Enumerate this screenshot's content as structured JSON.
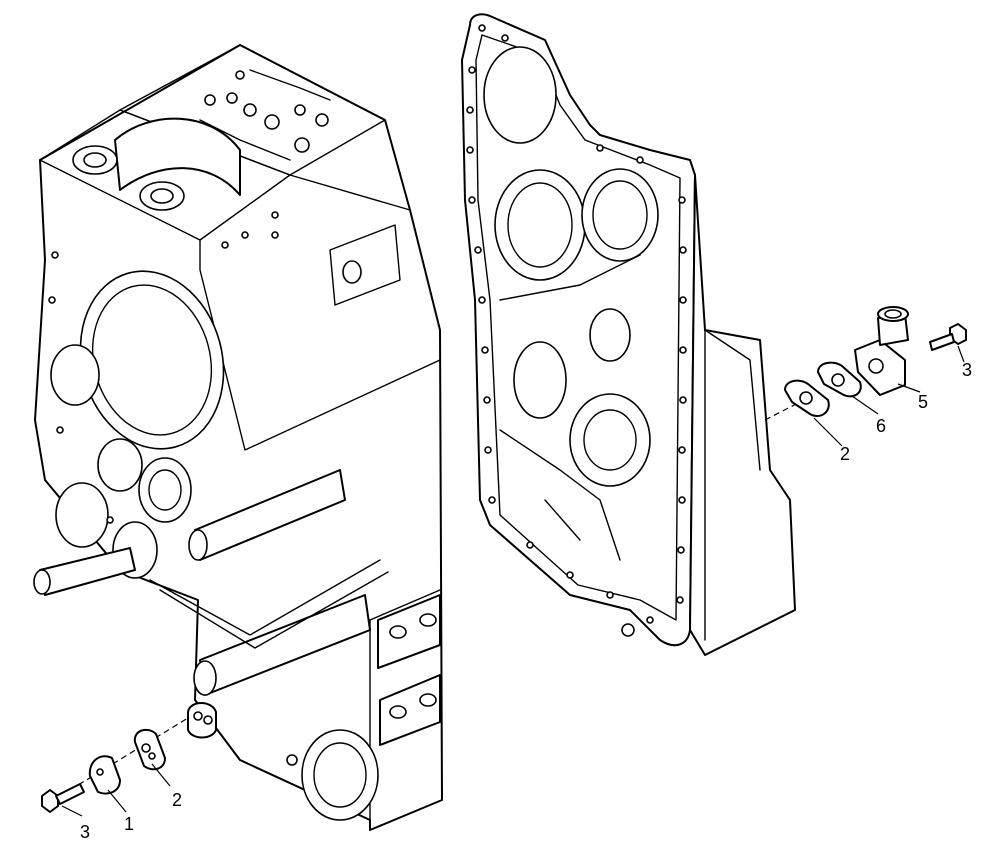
{
  "callouts": {
    "left_bolt": "3",
    "left_cover": "1",
    "left_gasket": "2",
    "right_bolt": "3",
    "right_elbow": "5",
    "right_gasket_6": "6",
    "right_gasket_2": "2"
  }
}
